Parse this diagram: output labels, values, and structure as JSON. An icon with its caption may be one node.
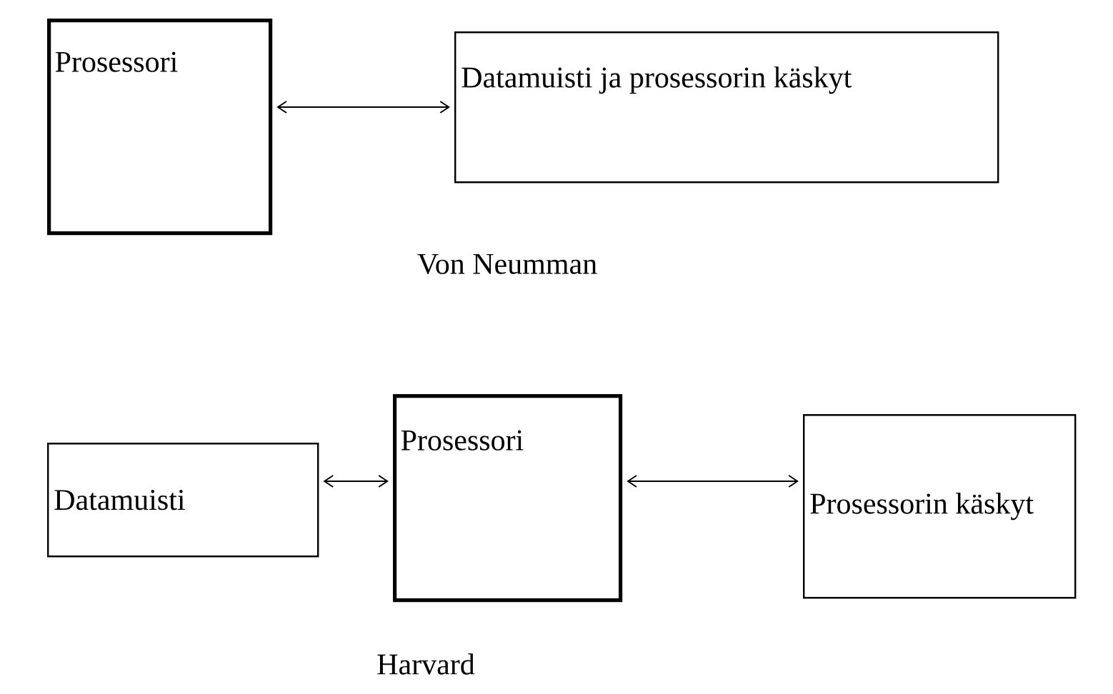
{
  "diagram": {
    "nodes": [
      {
        "text": [
          "Prosessori"
        ]
      },
      {
        "text": [
          "Datamuisti ja prosessorin käskyt"
        ]
      },
      {
        "text": [
          "Datamuisti"
        ]
      },
      {
        "text": [
          "Prosessori"
        ]
      },
      {
        "text": [
          "Prosessorin käskyt"
        ]
      }
    ],
    "edges": [
      {
        "from": 0,
        "to": 1,
        "arrow": "both"
      },
      {
        "from": 2,
        "to": 3,
        "arrow": "both"
      },
      {
        "from": 3,
        "to": 4,
        "arrow": "both"
      }
    ],
    "labels": [
      "Von Neumman",
      "Harvard"
    ]
  }
}
